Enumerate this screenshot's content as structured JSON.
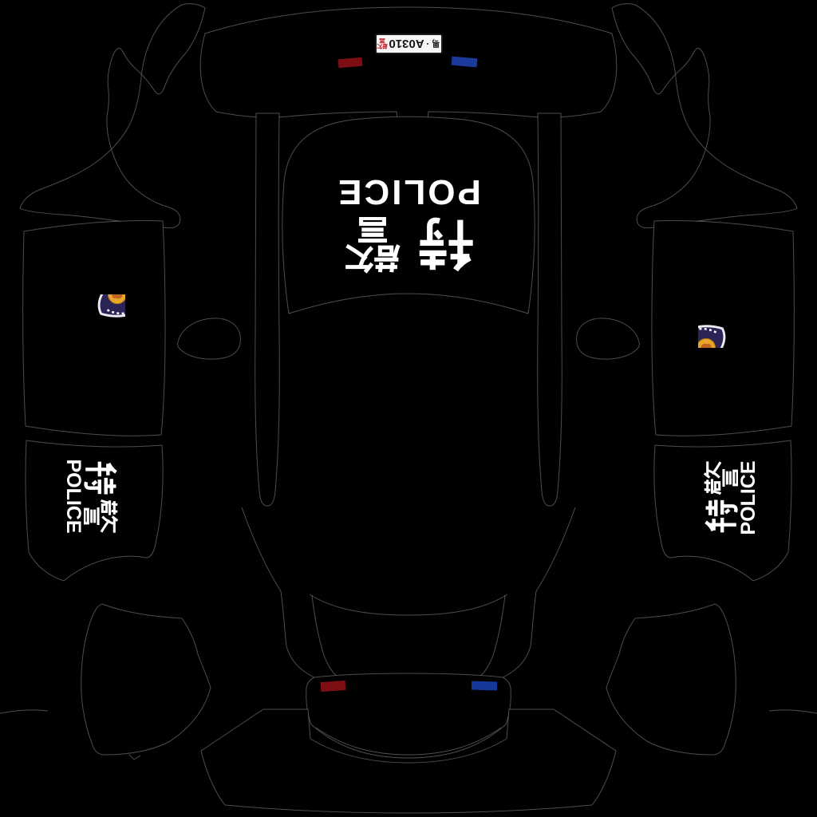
{
  "canvas": {
    "background": "#000000",
    "outline_color": "#8d8d8d"
  },
  "plate": {
    "province": "粤",
    "separator": "·",
    "serial": "A0310",
    "suffix": "警",
    "full_text": "粤·A0310警",
    "bg_color": "#f6f6f6",
    "serial_color": "#141414",
    "suffix_color": "#c0121a"
  },
  "hood": {
    "en": "POLICE",
    "cn": "特警",
    "text_color": "#ffffff"
  },
  "doors": {
    "left": {
      "cn": "特警",
      "en": "POLICE"
    },
    "right": {
      "cn": "特警",
      "en": "POLICE"
    }
  },
  "badge": {
    "label": "police-shield-badge",
    "shield_color": "#2b2557",
    "border_color": "#ecebf4",
    "emblem_color": "#e8a62a",
    "star_color": "#ef8f1d"
  },
  "markers": {
    "top_red": "#7d0e13",
    "top_blue": "#1b3a9c",
    "bottom_red": "#7d0e13",
    "bottom_blue": "#14389b"
  }
}
